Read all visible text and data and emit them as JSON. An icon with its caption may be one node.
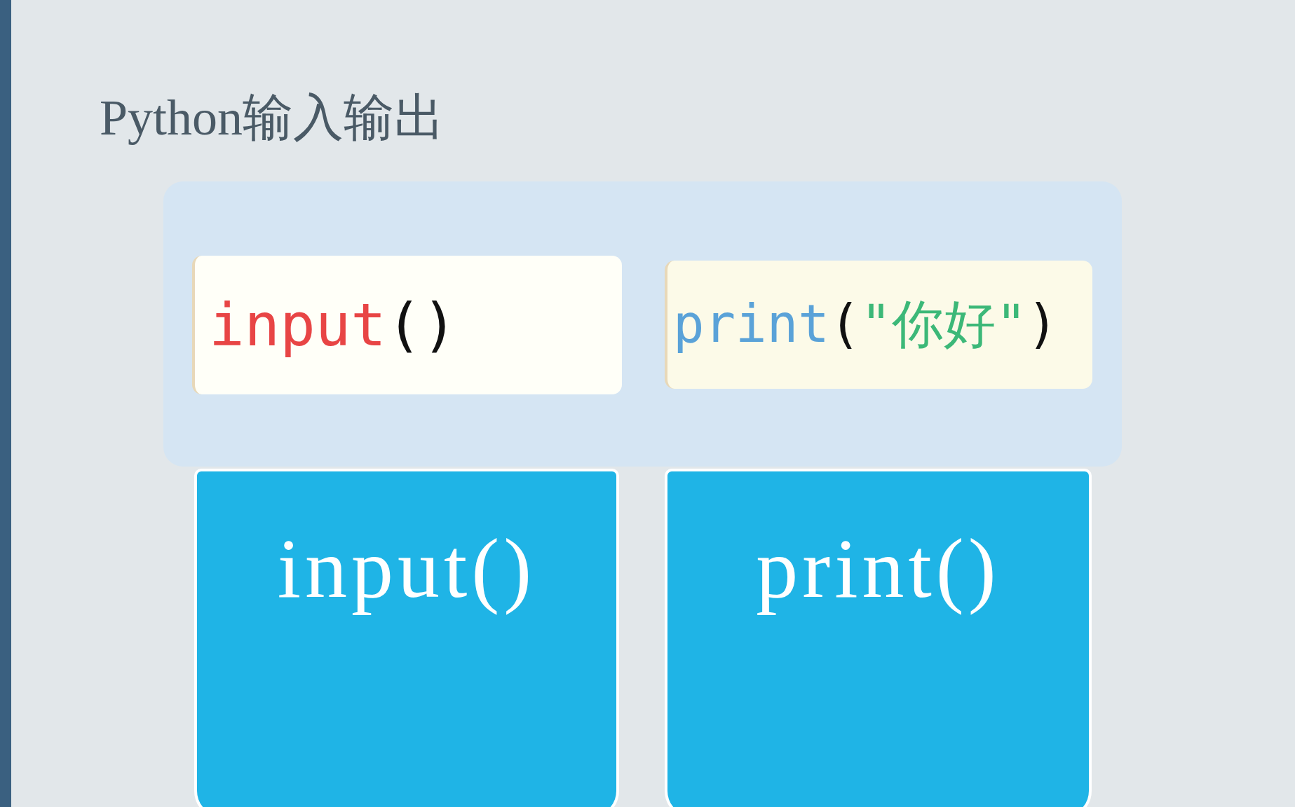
{
  "diagram": {
    "title": "Python输入输出",
    "nodes": [
      {
        "text": [
          "input()"
        ]
      },
      {
        "text": [
          "print(\"你好\")"
        ]
      },
      {
        "text": [
          "input()"
        ]
      },
      {
        "text": [
          "print()"
        ]
      }
    ]
  }
}
